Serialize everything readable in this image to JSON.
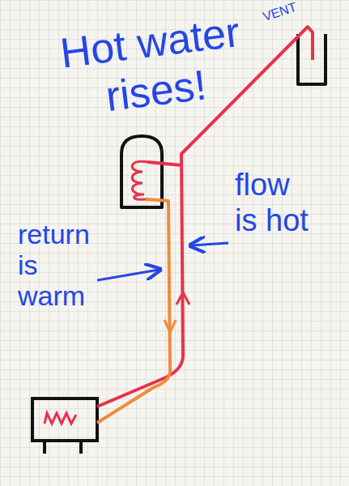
{
  "diagram": {
    "title": "Hot water rises!",
    "labels": [
      "VENT",
      "flow is hot",
      "return is warm"
    ]
  }
}
